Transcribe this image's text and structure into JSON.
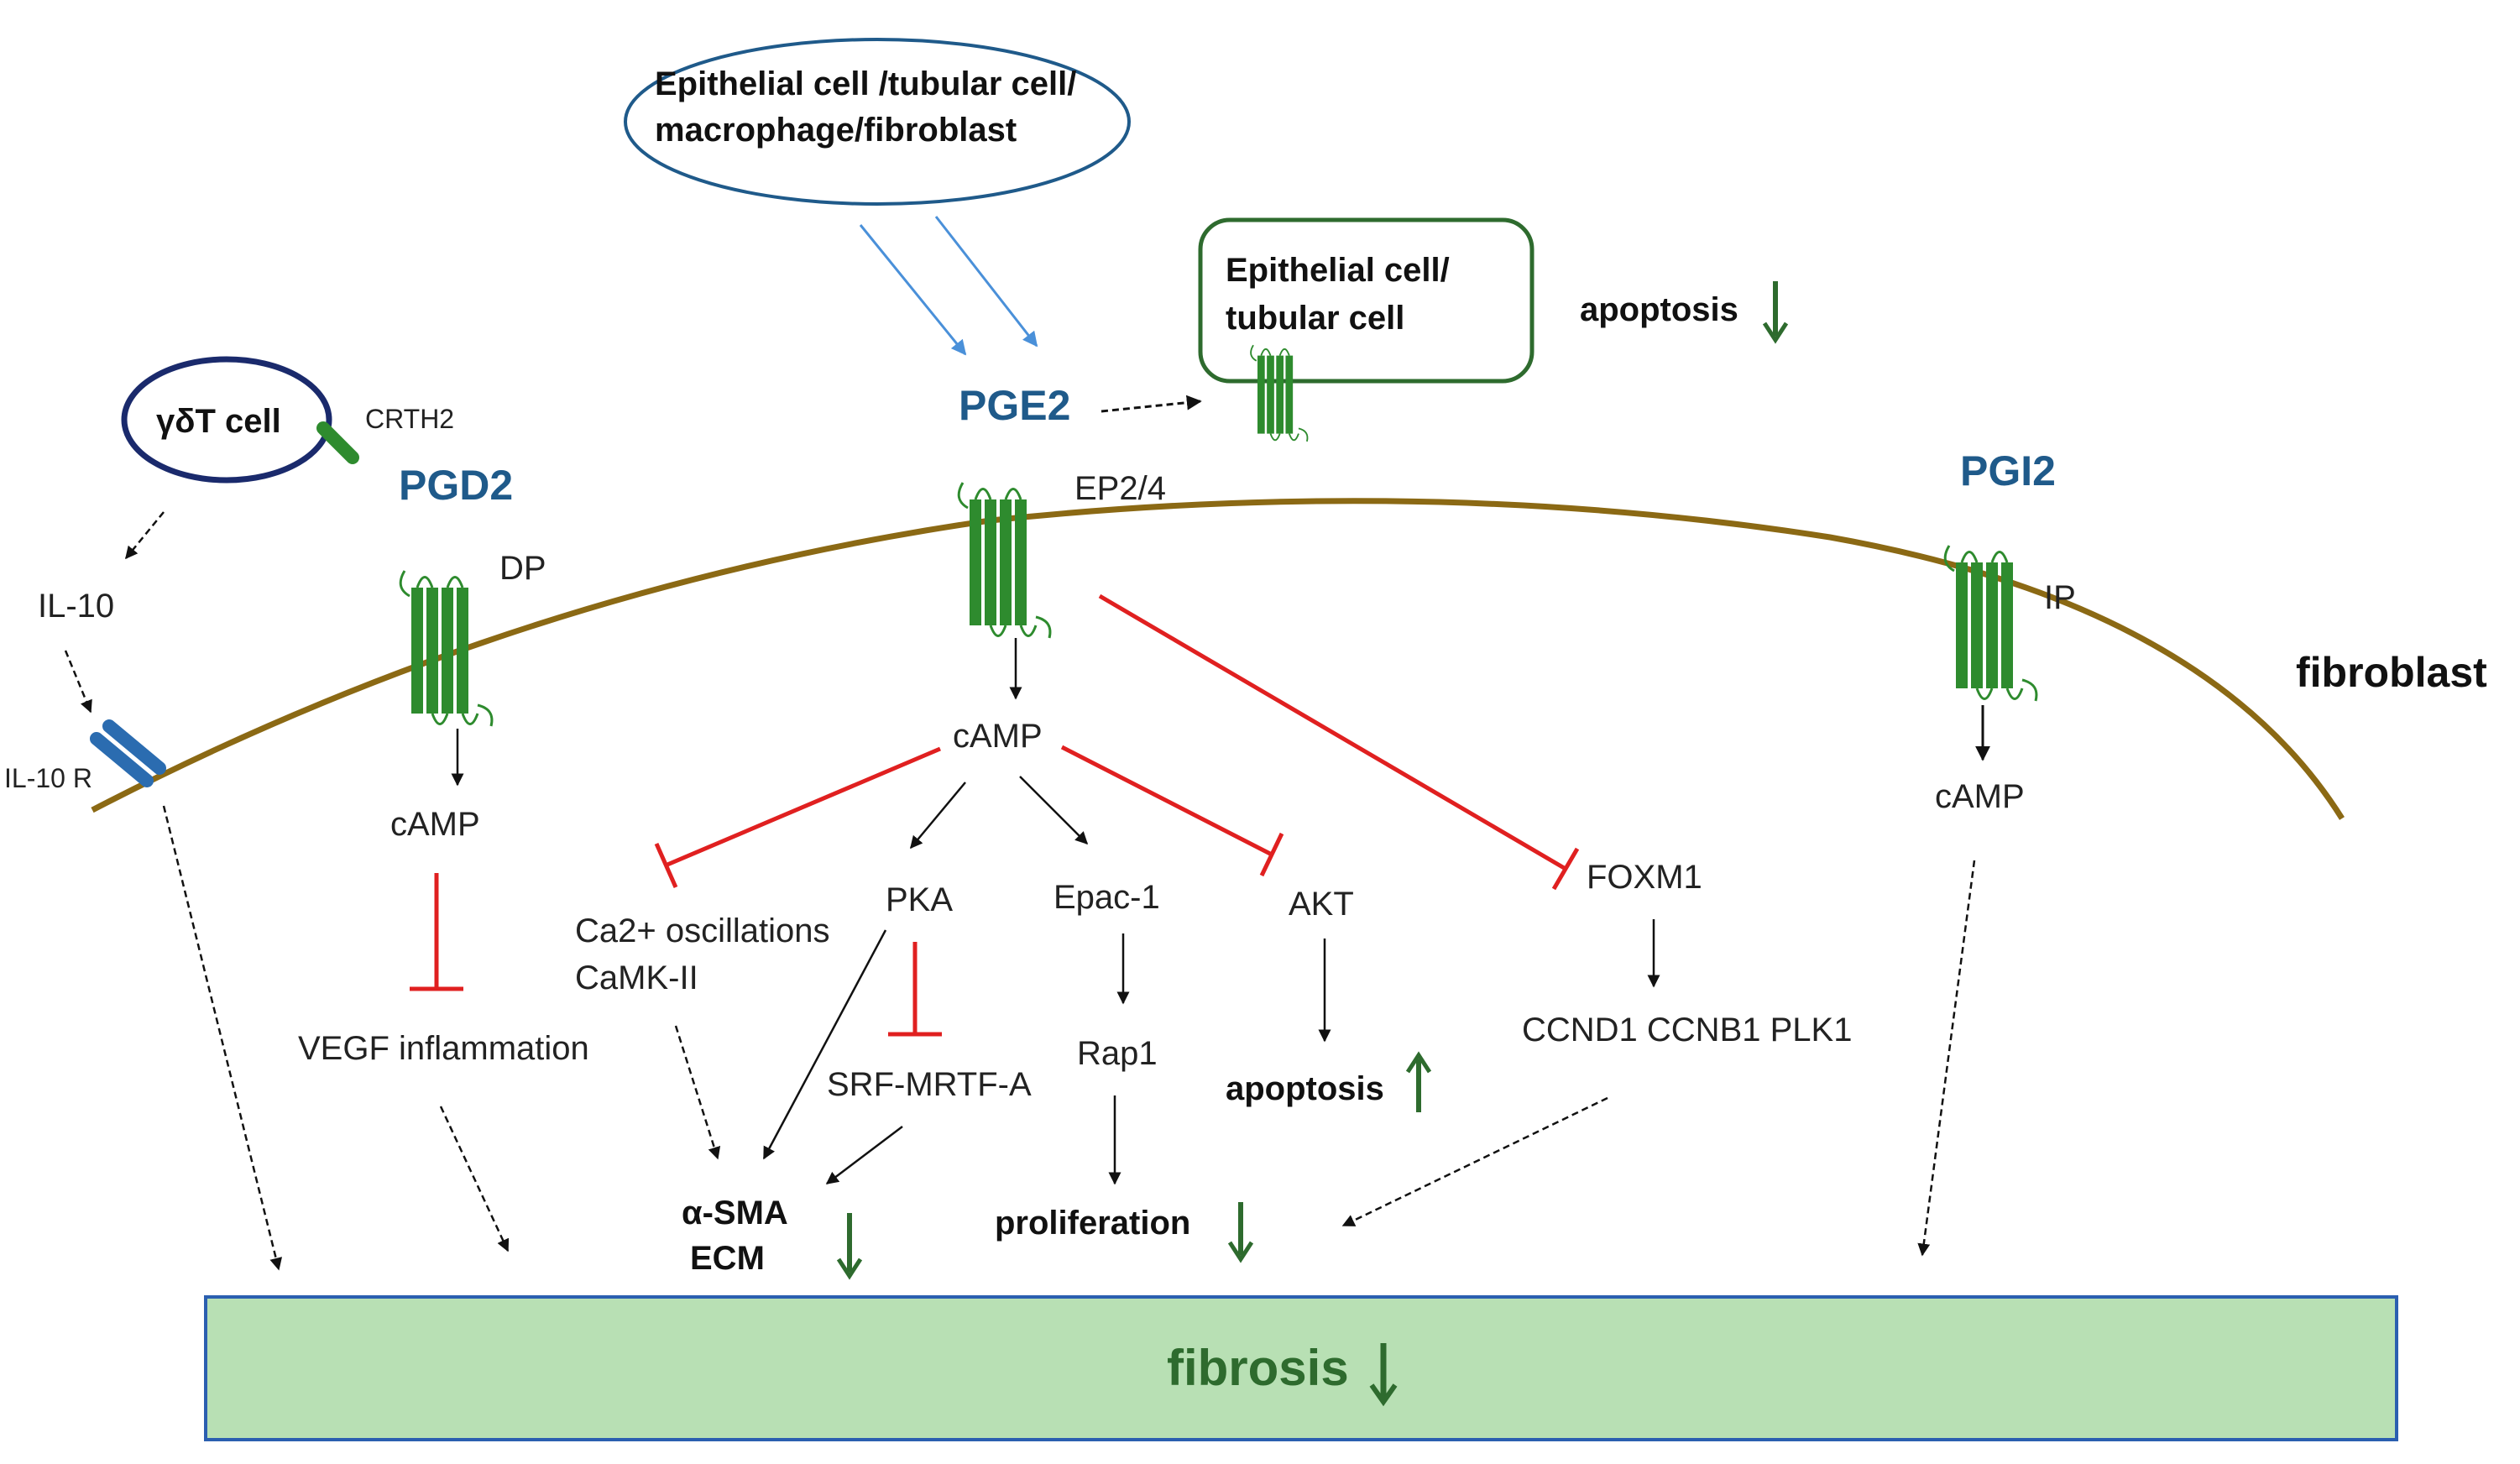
{
  "cells": {
    "source": [
      "Epithelial cell /tubular cell/",
      "macrophage/fibroblast"
    ],
    "target": [
      "Epithelial cell/",
      "tubular cell"
    ],
    "gd_t": "γδT cell",
    "fibroblast": "fibroblast"
  },
  "ligands": {
    "pgd2": "PGD2",
    "pge2": "PGE2",
    "pgi2": "PGI2"
  },
  "receptors": {
    "crth2": "CRTH2",
    "dp": "DP",
    "ep": "EP2/4",
    "ip": "IP",
    "il10r": "IL-10 R"
  },
  "mediators": {
    "il10": "IL-10",
    "camp_dp": "cAMP",
    "camp_ep": "cAMP",
    "camp_ip": "cAMP",
    "ca_line1": "Ca2+ oscillations",
    "ca_line2": "CaMK-II",
    "pka": "PKA",
    "epac": "Epac-1",
    "akt": "AKT",
    "foxm1": "FOXM1",
    "srf": "SRF-MRTF-A",
    "rap1": "Rap1",
    "ccnd": "CCND1 CCNB1 PLK1",
    "vegf": "VEGF inflammation"
  },
  "outcomes": {
    "apoptosis_epi": "apoptosis",
    "apoptosis_fib": "apoptosis",
    "asma": "α-SMA",
    "ecm": "ECM",
    "proliferation": "proliferation",
    "fibrosis": "fibrosis"
  },
  "colors": {
    "receptor": "#2e8b2e",
    "inhibit": "#e02020",
    "membrane": "#8b6914",
    "blue_arrow": "#4a90d9",
    "fibrosis_bg": "#b8e0b4",
    "label_blue": "#1f5a8a",
    "cell_outline": "#1a2a6c",
    "down_arrow": "#2e6b2e"
  }
}
